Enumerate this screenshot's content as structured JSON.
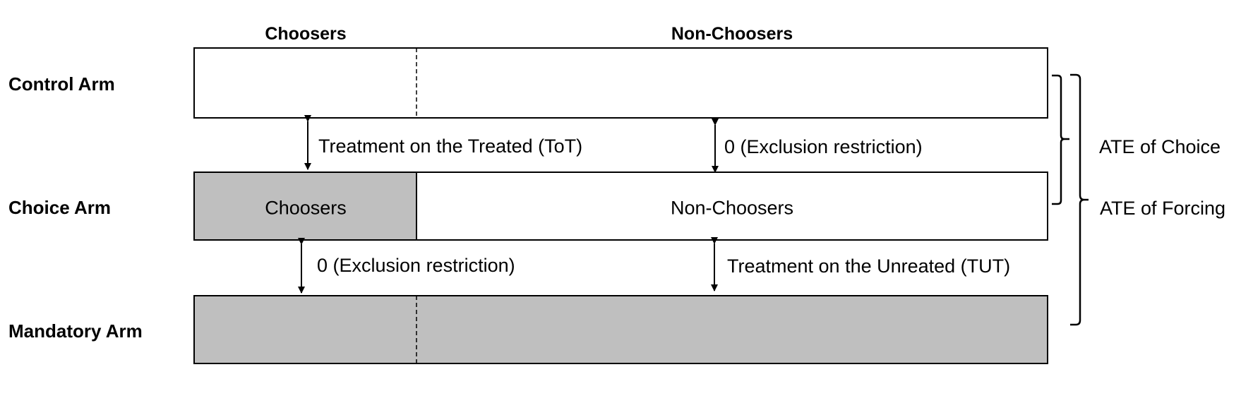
{
  "columns": {
    "choosers": "Choosers",
    "non_choosers": "Non-Choosers"
  },
  "arms": {
    "control": "Control Arm",
    "choice": "Choice Arm",
    "mandatory": "Mandatory  Arm"
  },
  "cells": {
    "choice_choosers": "Choosers",
    "choice_non_choosers": "Non-Choosers"
  },
  "effects": {
    "tot": "Treatment on the Treated (ToT)",
    "exclusion_top": "0 (Exclusion restriction)",
    "exclusion_bottom": "0 (Exclusion restriction)",
    "tut": "Treatment on the Unreated (TUT)"
  },
  "braces": {
    "ate_choice": "ATE of Choice",
    "ate_forcing": "ATE of Forcing"
  },
  "colors": {
    "shaded": "#bfbfbf",
    "line": "#000000",
    "background": "#ffffff"
  }
}
